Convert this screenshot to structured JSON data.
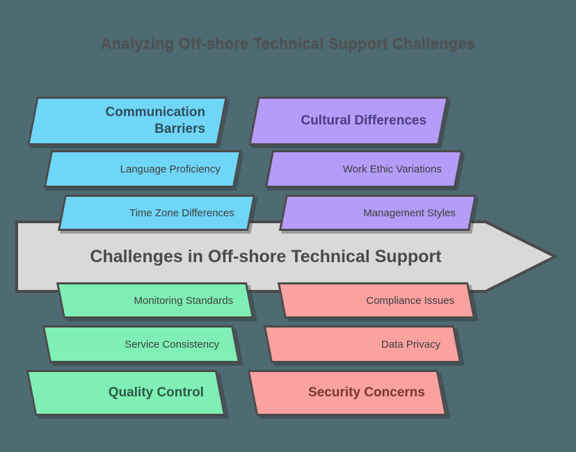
{
  "title": "Analyzing Off-shore Technical Support Challenges",
  "spine": {
    "label": "Challenges in Off-shore Technical Support",
    "fill": "#d9d9d9",
    "stroke": "#4a4a4a"
  },
  "background_color": "#4e6a72",
  "chart_data": {
    "type": "diagram",
    "diagram_type": "fishbone",
    "title": "Analyzing Off-shore Technical Support Challenges",
    "spine_label": "Challenges in Off-shore Technical Support",
    "branches": [
      {
        "category": "Communication Barriers",
        "position": "top-left",
        "color": "#6fd6f8",
        "causes": [
          "Language Proficiency",
          "Time Zone Differences"
        ]
      },
      {
        "category": "Cultural Differences",
        "position": "top-right",
        "color": "#b49cf8",
        "causes": [
          "Work Ethic Variations",
          "Management Styles"
        ]
      },
      {
        "category": "Quality Control",
        "position": "bottom-left",
        "color": "#7fefb5",
        "causes": [
          "Monitoring Standards",
          "Service Consistency"
        ]
      },
      {
        "category": "Security Concerns",
        "position": "bottom-right",
        "color": "#faa2a0",
        "causes": [
          "Compliance Issues",
          "Data Privacy"
        ]
      }
    ]
  },
  "boxes": {
    "tl_header": "Communication\nBarriers",
    "tl_header_line1": "Communication",
    "tl_header_line2": "Barriers",
    "tl_cause1": "Language Proficiency",
    "tl_cause2": "Time Zone Differences",
    "tr_header": "Cultural Differences",
    "tr_cause1": "Work Ethic Variations",
    "tr_cause2": "Management Styles",
    "bl_header": "Quality Control",
    "bl_cause1": "Monitoring Standards",
    "bl_cause2": "Service Consistency",
    "br_header": "Security Concerns",
    "br_cause1": "Compliance Issues",
    "br_cause2": "Data Privacy"
  }
}
